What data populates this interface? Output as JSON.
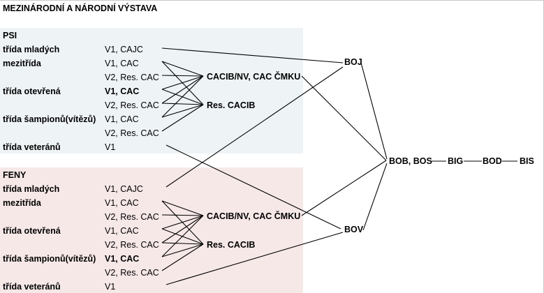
{
  "colors": {
    "psi_bg": "#eef3f6",
    "feny_bg": "#f7e8e8",
    "line": "#000000"
  },
  "title": "MEZINÁRODNÍ A NÁRODNÍ VÝSTAVA",
  "psi": {
    "heading": "PSI",
    "rows": [
      {
        "cls": "třída mladých",
        "grade": "V1, CAJC"
      },
      {
        "cls": "mezitřída",
        "grade": "V1, CAC"
      },
      {
        "cls": "",
        "grade": "V2, Res. CAC"
      },
      {
        "cls": "třída otevřená",
        "grade": "V1, CAC"
      },
      {
        "cls": "",
        "grade": "V2, Res. CAC"
      },
      {
        "cls": "třída šampionů(vítězů)",
        "grade": "V1, CAC"
      },
      {
        "cls": "",
        "grade": "V2, Res. CAC"
      },
      {
        "cls": "třída veteránů",
        "grade": "V1"
      }
    ],
    "cacib": "CACIB/NV, CAC ČMKU",
    "res_cacib": "Res. CACIB",
    "winner": "BOJ"
  },
  "feny": {
    "heading": "FENY",
    "rows": [
      {
        "cls": "třída mladých",
        "grade": "V1, CAJC"
      },
      {
        "cls": "mezitřída",
        "grade": "V1, CAC"
      },
      {
        "cls": "",
        "grade": "V2, Res. CAC"
      },
      {
        "cls": "třída otevřená",
        "grade": "V1, CAC"
      },
      {
        "cls": "",
        "grade": "V2, Res. CAC"
      },
      {
        "cls": "třída šampionů(vítězů)",
        "grade": "V1, CAC"
      },
      {
        "cls": "",
        "grade": "V2, Res. CAC"
      },
      {
        "cls": "třída veteránů",
        "grade": "V1"
      }
    ],
    "cacib": "CACIB/NV, CAC ČMKU",
    "res_cacib": "Res. CACIB",
    "winner": "BOV"
  },
  "chain": {
    "bob": "BOB, BOS",
    "big": "BIG",
    "bod": "BOD",
    "bis": "BIS"
  }
}
